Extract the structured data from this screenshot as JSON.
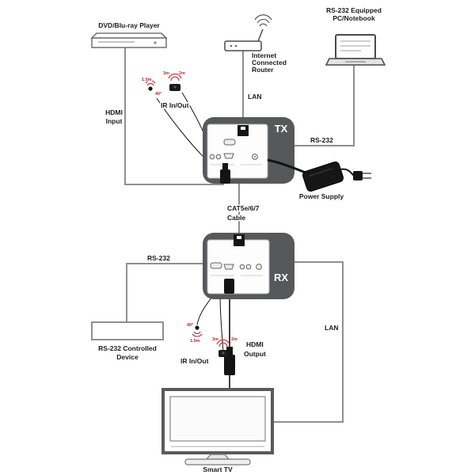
{
  "diagram": {
    "title_implicit": "HDMI over CAT5e/6/7 extender connection diagram",
    "colors": {
      "wire_gray": "#8f8f8f",
      "unit_fill": "#57585a",
      "unit_text": "#ffffff",
      "accent_red": "#c0272d",
      "cable_black": "#141414"
    },
    "devices": {
      "dvd_player": {
        "label": "DVD/Blu-ray Player"
      },
      "pc_notebook": {
        "label_lines": [
          "RS-232 Equipped",
          "PC/Notebook"
        ]
      },
      "router": {
        "label_lines": [
          "Internet",
          "Connected",
          "Router"
        ]
      },
      "tx_unit": {
        "label": "TX"
      },
      "rx_unit": {
        "label": "RX"
      },
      "power_supply": {
        "label": "Power Supply"
      },
      "rs232_device": {
        "label_lines": [
          "RS-232 Controlled",
          "Device"
        ]
      },
      "smart_tv": {
        "label": "Smart TV"
      }
    },
    "connections": {
      "hdmi_input": {
        "label_lines": [
          "HDMI",
          "Input"
        ]
      },
      "lan_top": {
        "label": "LAN"
      },
      "rs232_top": {
        "label": "RS-232"
      },
      "cat_cable": {
        "label_lines": [
          "CAT5e/6/7",
          "Cable"
        ]
      },
      "rs232_bottom": {
        "label": "RS-232"
      },
      "lan_bottom": {
        "label": "LAN"
      },
      "hdmi_output": {
        "label_lines": [
          "HDMI",
          "Output"
        ]
      }
    },
    "ir_top": {
      "label": "IR In/Out",
      "range_a": "1.5m",
      "angle": "40°",
      "range_b": "3m",
      "range_c": "2m"
    },
    "ir_bottom": {
      "label": "IR In/Out",
      "range_a": "1.5m",
      "angle": "40°",
      "range_b": "3m",
      "range_c": "2m"
    }
  }
}
